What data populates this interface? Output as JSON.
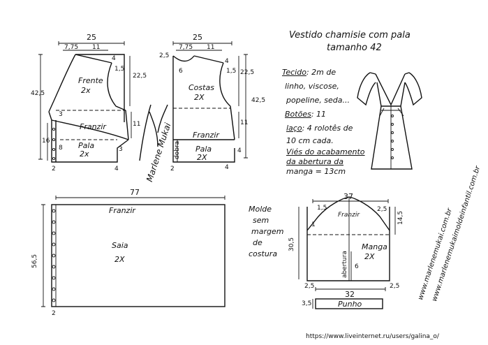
{
  "title": {
    "line1": "Vestido chamisie com pala",
    "line2": "tamanho 42"
  },
  "front": {
    "width": "25",
    "sub_a": "7,75",
    "sub_b": "11",
    "label": "Frente",
    "count": "2x",
    "h_total": "42,5",
    "h_right": "22,5",
    "d4": "4",
    "d15": "1,5",
    "d3": "3",
    "d11": "11",
    "pala_label": "Pala",
    "pala_count": "2x",
    "pala_h": "8",
    "side_h": "16",
    "gather": "Franzir",
    "d2": "2",
    "d3b": "3",
    "d4b": "4"
  },
  "back": {
    "width": "25",
    "sub_a": "7,75",
    "sub_b": "11",
    "label": "Costas",
    "count": "2X",
    "h_total": "42,5",
    "h_right": "22,5",
    "d25": "2,5",
    "d6": "6",
    "d4": "4",
    "d15": "1,5",
    "d11": "11",
    "pala_label": "Pala",
    "pala_count": "2X",
    "fold": "dobra",
    "gather": "Franzir",
    "d4b": "4",
    "d4c": "4",
    "d2": "2"
  },
  "signature": "Marlene Mukai",
  "fabric": {
    "label": "Tecido",
    "line1": ": 2m de",
    "line2": "linho, viscose,",
    "line3": "popeline, seda...",
    "buttons_label": "Botões",
    "buttons_value": ": 11",
    "bow_label": "laço",
    "bow_line1": ": 4 rolotês de",
    "bow_line2": "10 cm cada.",
    "bias_line1": "Viés do acabamento",
    "bias_line2": "da abertura da",
    "bias_line3": "manga = 13cm"
  },
  "skirt": {
    "width": "77",
    "height": "56,5",
    "gather": "Franzir",
    "label": "Saia",
    "count": "2X",
    "d2": "2"
  },
  "note": {
    "l1": "Molde",
    "l2": "sem",
    "l3": "margem",
    "l4": "de",
    "l5": "costura"
  },
  "sleeve": {
    "width": "37",
    "d15a": "1,5",
    "d25a": "2,5",
    "d1": "1",
    "gather": "Franzir",
    "h_left": "30,5",
    "h_right": "14,5",
    "label": "Manga",
    "count": "2X",
    "opening": "abertura",
    "opening_len": "6",
    "d25b": "2,5",
    "d25c": "2,5",
    "bottom": "32"
  },
  "cuff": {
    "label": "Punho",
    "height": "3,5"
  },
  "side_urls": [
    "www.marlenemukai.com.br",
    "www.marlenemukaimoldeinfantil.com.br"
  ],
  "footer_url": "https://www.liveinternet.ru/users/galina_o/"
}
